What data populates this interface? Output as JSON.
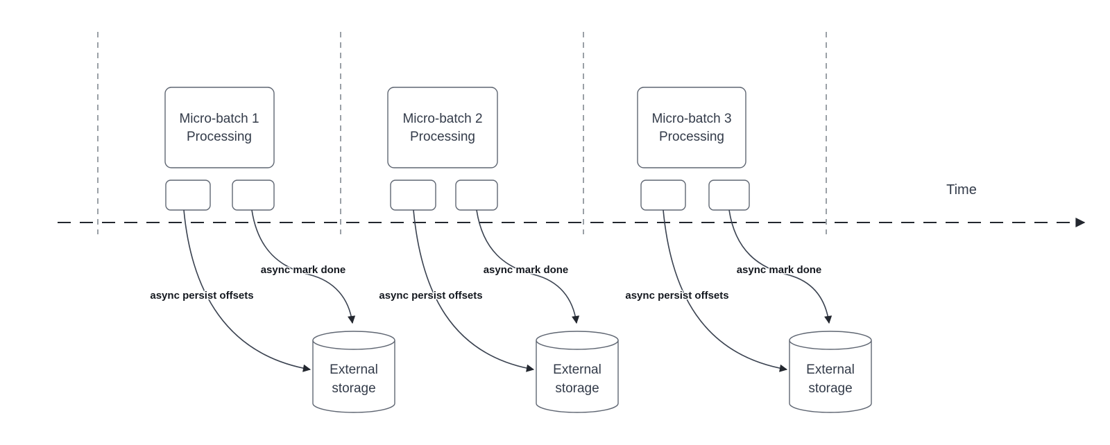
{
  "colors": {
    "box-stroke": "#5f6672",
    "arrow-stroke": "#3a4250",
    "guide": "#9aa0a6",
    "timeline": "#23272f",
    "text": "#333b49",
    "label": "#14181f",
    "bg": "#ffffff"
  },
  "diagram": {
    "time_axis_label": "Time",
    "batches": [
      {
        "box_line1": "Micro-batch 1",
        "box_line2": "Processing",
        "persist_label": "async persist offsets",
        "mark_done_label": "async mark done",
        "storage_line1": "External",
        "storage_line2": "storage"
      },
      {
        "box_line1": "Micro-batch 2",
        "box_line2": "Processing",
        "persist_label": "async persist offsets",
        "mark_done_label": "async mark done",
        "storage_line1": "External",
        "storage_line2": "storage"
      },
      {
        "box_line1": "Micro-batch 3",
        "box_line2": "Processing",
        "persist_label": "async persist offsets",
        "mark_done_label": "async mark done",
        "storage_line1": "External",
        "storage_line2": "storage"
      }
    ]
  }
}
